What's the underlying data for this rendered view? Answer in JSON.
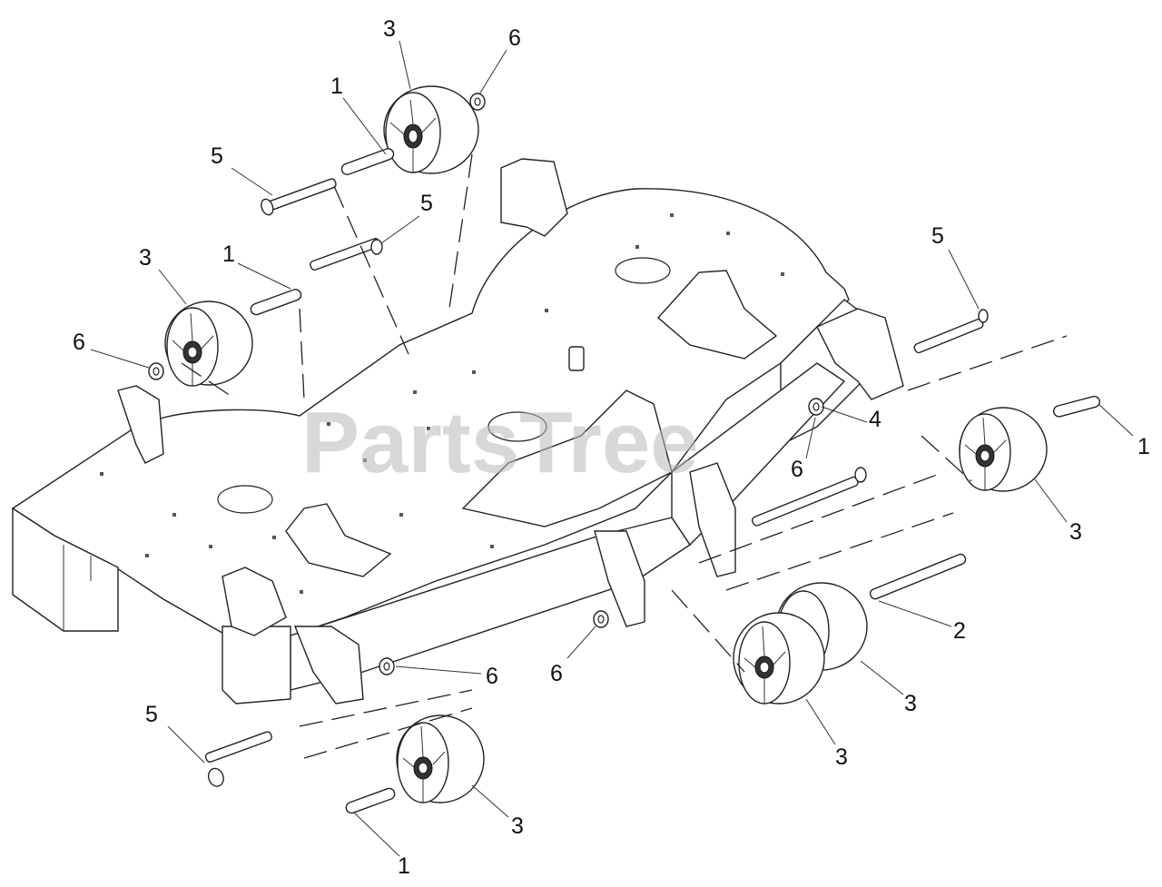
{
  "watermark": "PartsTree",
  "callouts": {
    "c1": "3",
    "c2": "6",
    "c3": "1",
    "c4": "5",
    "c5": "5",
    "c6": "3",
    "c7": "1",
    "c8": "6",
    "c9": "5",
    "c10": "4",
    "c11": "6",
    "c12": "1",
    "c13": "3",
    "c14": "2",
    "c15": "3",
    "c16": "3",
    "c17": "6",
    "c18": "6",
    "c19": "5",
    "c20": "3",
    "c21": "1"
  }
}
